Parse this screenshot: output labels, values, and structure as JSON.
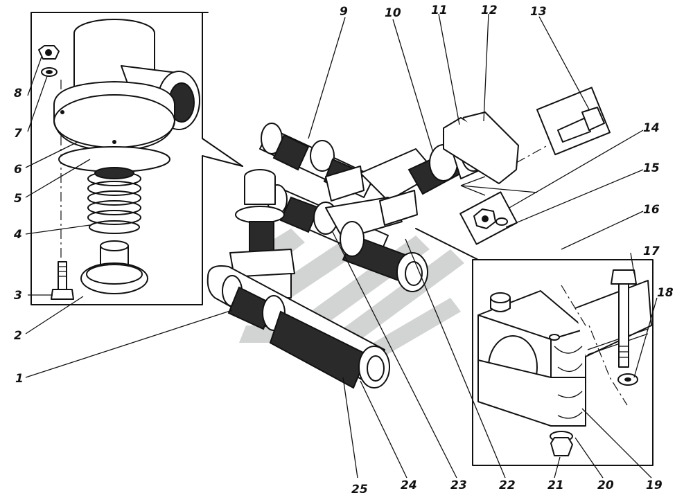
{
  "figure": {
    "callouts": [
      "1",
      "2",
      "3",
      "4",
      "5",
      "6",
      "7",
      "8",
      "9",
      "10",
      "11",
      "12",
      "13",
      "14",
      "15",
      "16",
      "17",
      "18",
      "19",
      "20",
      "21",
      "22",
      "23",
      "24",
      "25"
    ]
  },
  "watermark": {
    "color": "#c9cdcb"
  }
}
